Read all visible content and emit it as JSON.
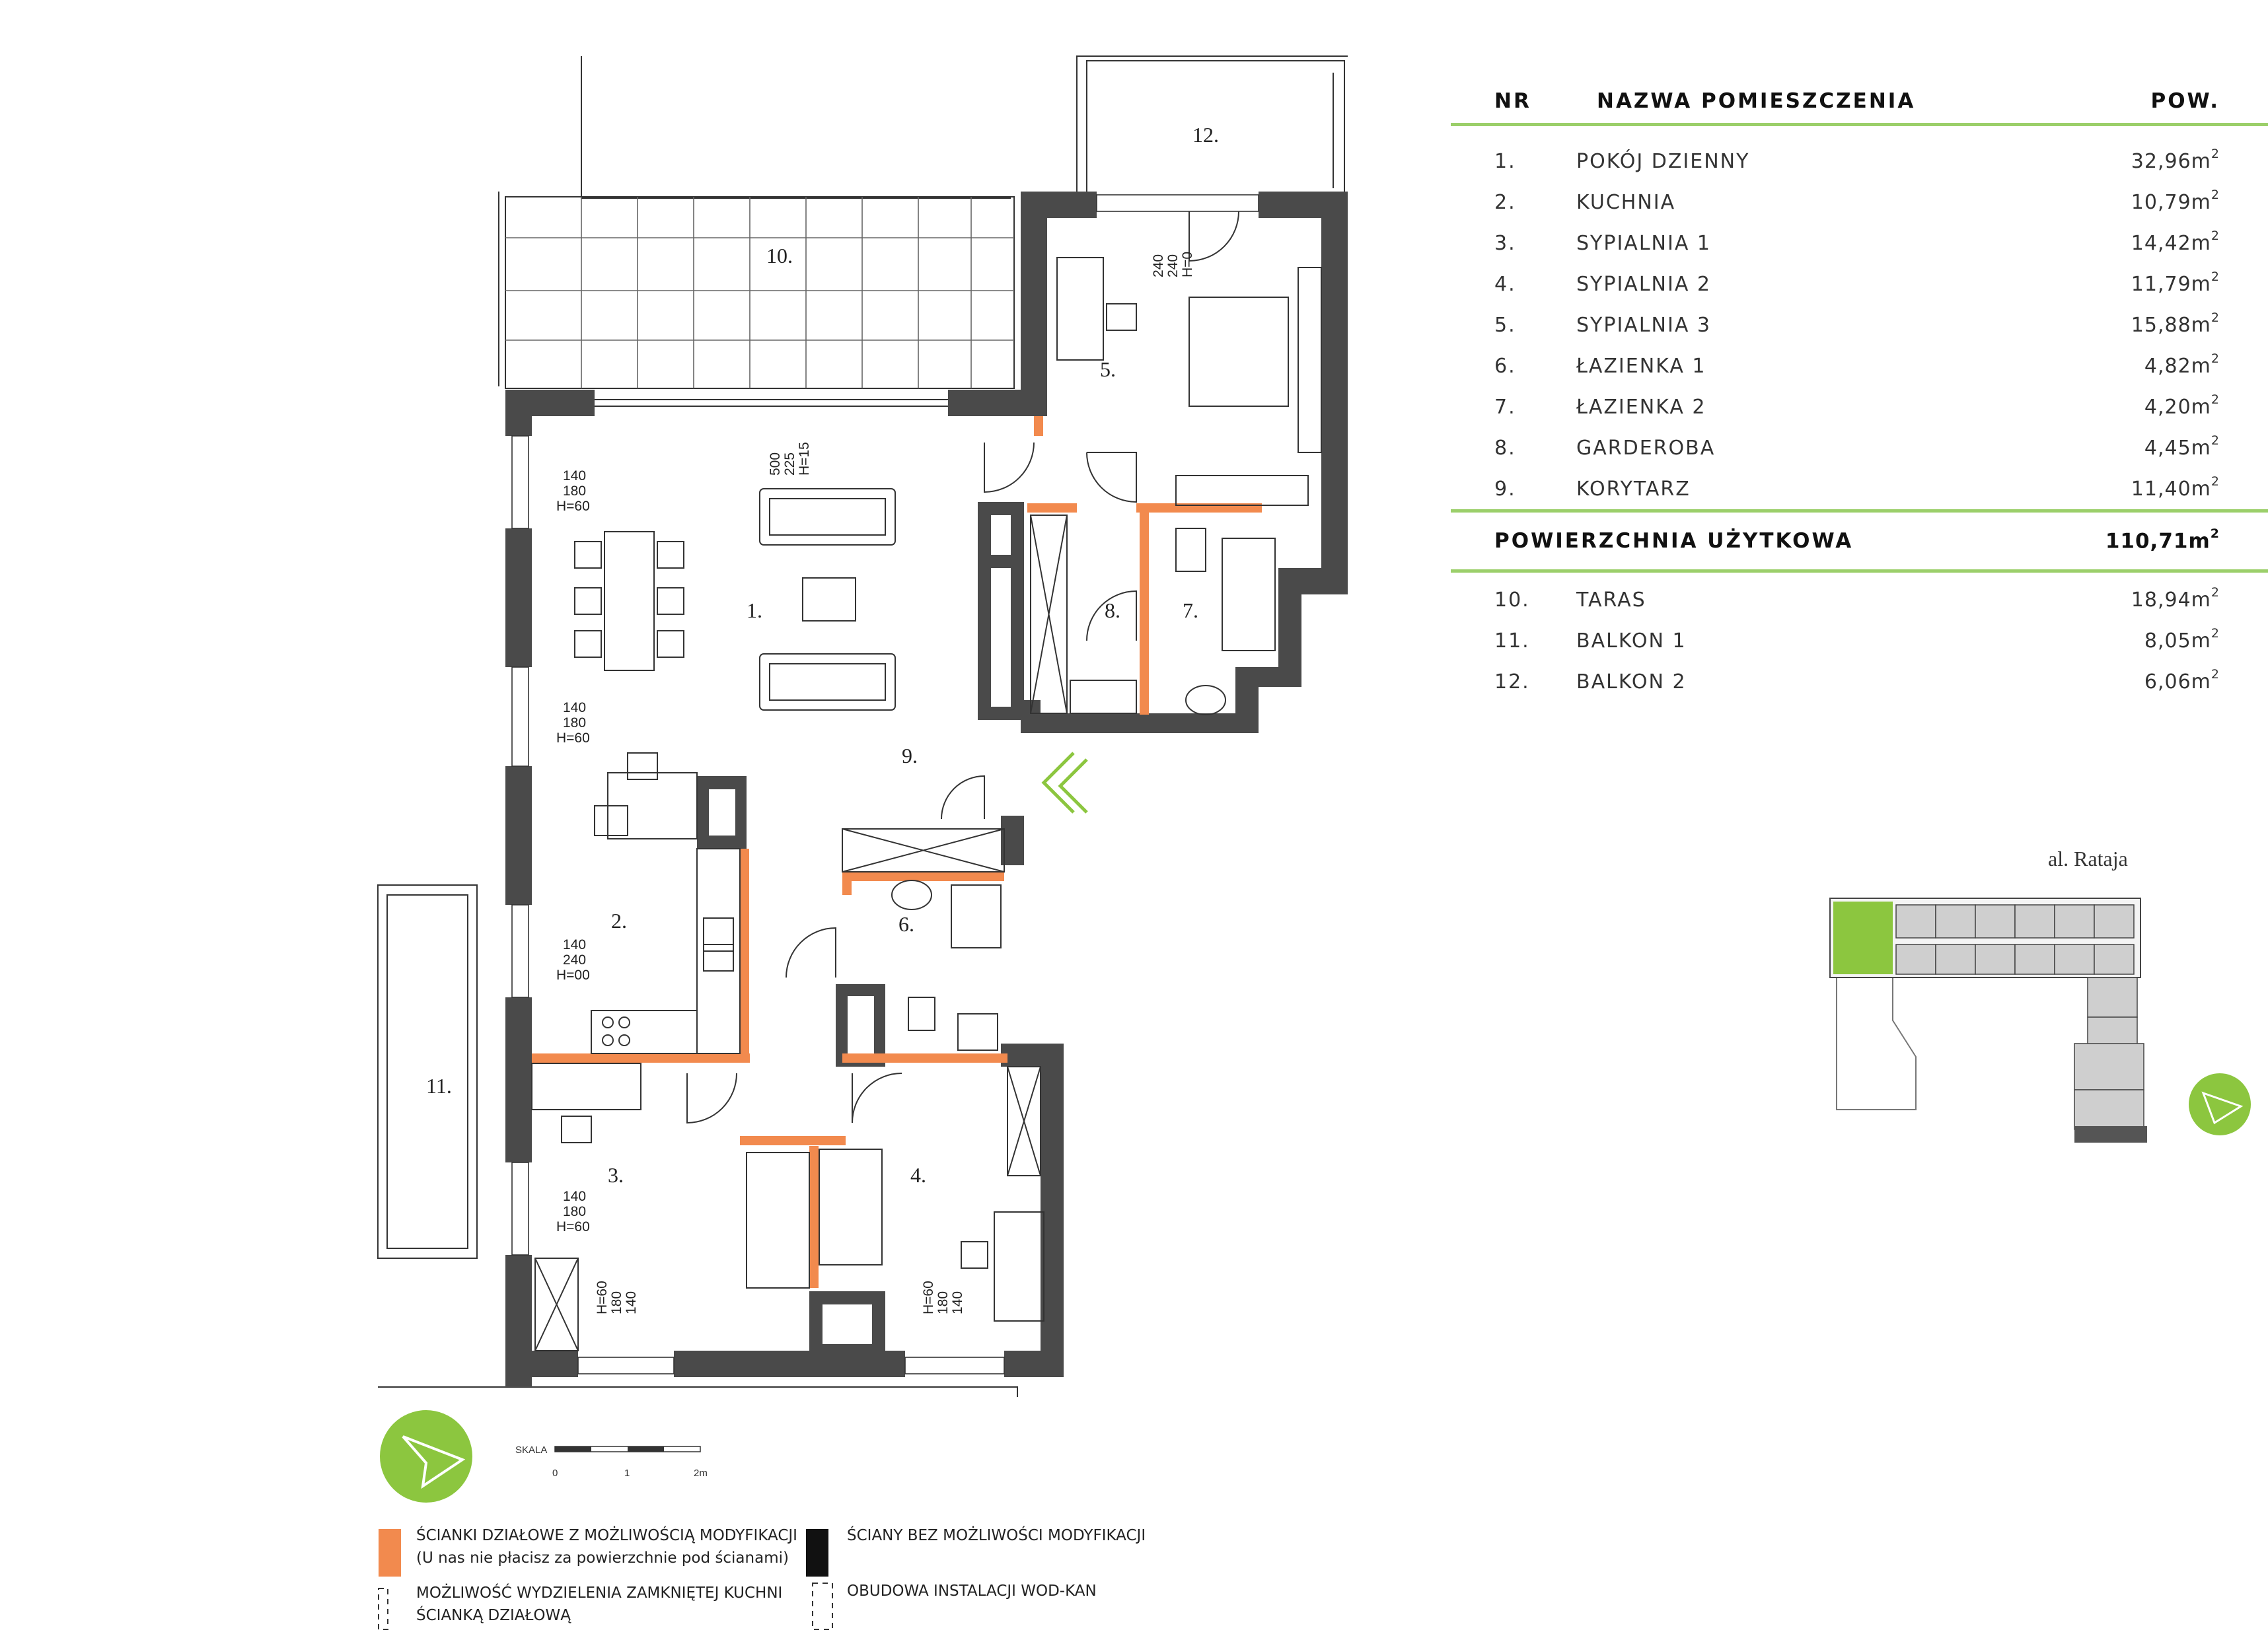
{
  "table": {
    "header": {
      "nr": "NR",
      "name": "NAZWA POMIESZCZENIA",
      "area": "POW."
    },
    "rooms": [
      {
        "nr": "1.",
        "name": "POKÓJ DZIENNY",
        "area": "32,96m",
        "unit_exp": "2"
      },
      {
        "nr": "2.",
        "name": "KUCHNIA",
        "area": "10,79m",
        "unit_exp": "2"
      },
      {
        "nr": "3.",
        "name": "SYPIALNIA 1",
        "area": "14,42m",
        "unit_exp": "2"
      },
      {
        "nr": "4.",
        "name": "SYPIALNIA 2",
        "area": "11,79m",
        "unit_exp": "2"
      },
      {
        "nr": "5.",
        "name": "SYPIALNIA 3",
        "area": "15,88m",
        "unit_exp": "2"
      },
      {
        "nr": "6.",
        "name": "ŁAZIENKA 1",
        "area": "4,82m",
        "unit_exp": "2"
      },
      {
        "nr": "7.",
        "name": "ŁAZIENKA 2",
        "area": "4,20m",
        "unit_exp": "2"
      },
      {
        "nr": "8.",
        "name": "GARDEROBA",
        "area": "4,45m",
        "unit_exp": "2"
      },
      {
        "nr": "9.",
        "name": "KORYTARZ",
        "area": "11,40m",
        "unit_exp": "2"
      }
    ],
    "total": {
      "label": "POWIERZCHNIA UŻYTKOWA",
      "area": "110,71m",
      "unit_exp": "2"
    },
    "outdoor": [
      {
        "nr": "10.",
        "name": "TARAS",
        "area": "18,94m",
        "unit_exp": "2"
      },
      {
        "nr": "11.",
        "name": "BALKON 1",
        "area": "8,05m",
        "unit_exp": "2"
      },
      {
        "nr": "12.",
        "name": "BALKON 2",
        "area": "6,06m",
        "unit_exp": "2"
      }
    ]
  },
  "plan": {
    "room_labels": [
      "1.",
      "2.",
      "3.",
      "4.",
      "5.",
      "6.",
      "7.",
      "8.",
      "9.",
      "10.",
      "11.",
      "12."
    ],
    "window_dims": {
      "w_terrace": [
        "500",
        "225",
        "H=15"
      ],
      "w_bal2": [
        "240",
        "240",
        "H=0"
      ],
      "w_living1": [
        "140",
        "180",
        "H=60"
      ],
      "w_living2": [
        "140",
        "180",
        "H=60"
      ],
      "w_kitchen": [
        "140",
        "240",
        "H=00"
      ],
      "w_bed1": [
        "140",
        "180",
        "H=60"
      ],
      "w_bed1_bottom": [
        "140",
        "180",
        "H=60"
      ],
      "w_bed2_bottom": [
        "140",
        "180",
        "H=60"
      ]
    }
  },
  "scale": {
    "title": "SKALA",
    "ticks": [
      "0",
      "1",
      "2m"
    ]
  },
  "street_label": "al. Rataja",
  "legend": {
    "modifiable_line1": "ŚCIANKI DZIAŁOWE Z MOŻLIWOŚCIĄ MODYFIKACJI",
    "modifiable_line2": "(U nas nie płacisz za powierzchnie pod ścianami)",
    "kitchen_line1": "MOŻLIWOŚĆ WYDZIELENIA ZAMKNIĘTEJ KUCHNI",
    "kitchen_line2": "ŚCIANKĄ DZIAŁOWĄ",
    "fixed": "ŚCIANY BEZ MOŻLIWOŚCI MODYFIKACJI",
    "installation": "OBUDOWA INSTALACJI WOD-KAN"
  },
  "colors": {
    "wall": "#4a4a4a",
    "modifiable": "#f28a4e",
    "accent_green": "#8cc63f",
    "line_green": "#9bcf6a"
  },
  "icons": [
    "compass-arrow-icon",
    "entrance-chevron-icon"
  ]
}
